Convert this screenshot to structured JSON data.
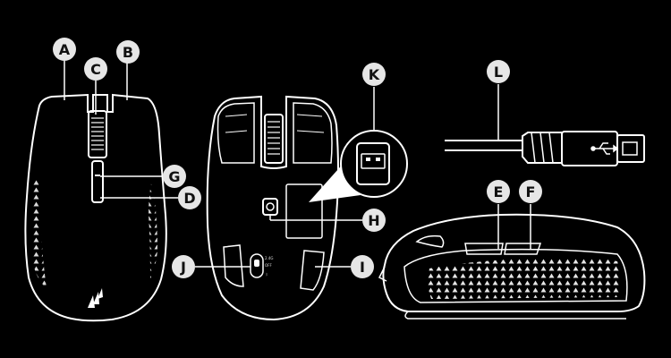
{
  "labels": {
    "a": "A",
    "b": "B",
    "c": "C",
    "d": "D",
    "e": "E",
    "f": "F",
    "g": "G",
    "h": "H",
    "i": "I",
    "j": "J",
    "k": "K",
    "l": "L"
  },
  "switch_marks": {
    "on": "2.4G",
    "off": "OFF",
    "bt": "ᛒ"
  },
  "colors": {
    "background": "#000000",
    "outline": "#ffffff",
    "badge_fill": "#e6e6e6",
    "badge_text": "#111111"
  },
  "icons": [
    "usb-icon",
    "corsair-logo-icon",
    "wireless-dongle-icon"
  ]
}
